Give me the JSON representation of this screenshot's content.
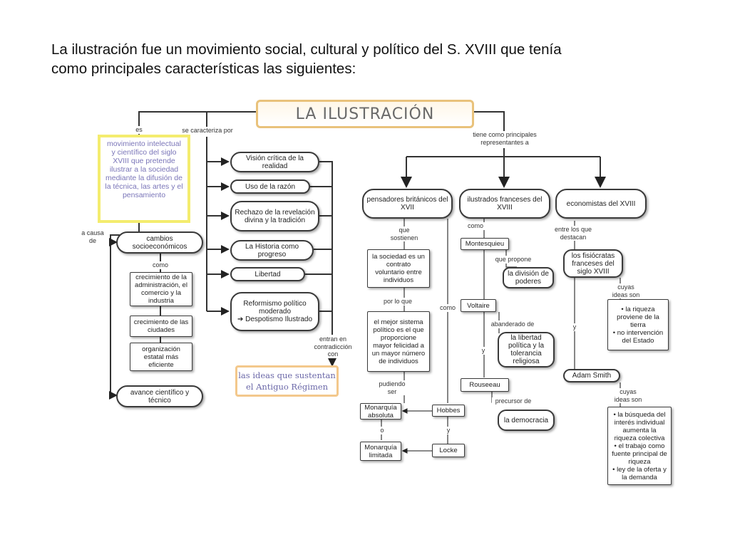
{
  "heading": {
    "line1": "La ilustración fue un movimiento social, cultural y político del S. XVIII que tenía",
    "line2": "como principales características las siguientes:"
  },
  "map": {
    "title": "LA ILUSTRACIÓN",
    "link_es": "es",
    "link_caracteriza": "se caracteriza por",
    "link_representantes": "tiene como principales representantes a",
    "definition": "movimiento intelectual y científico del siglo XVIII que pretende ilustrar a la sociedad mediante la difusión de la técnica, las artes y el pensamiento",
    "link_a_causa": "a causa de",
    "causes": "cambios socioeconómicos",
    "link_como": "como",
    "cause_items": [
      "crecimiento de la administración, el comercio y la industria",
      "crecimiento de las ciudades",
      "organización estatal más eficiente"
    ],
    "avance": "avance científico y técnico",
    "characteristics": [
      "Visión crítica de la realidad",
      "Uso de la razón",
      "Rechazo de la revelación divina y la tradición",
      "La Historia como progreso",
      "Libertad",
      "Reformismo político moderado",
      "➔ Despotismo Ilustrado"
    ],
    "link_contradiccion": "entran en contradicción con",
    "antiguo_regimen": "las ideas que sustentan el Antiguo Régimen",
    "groups": [
      "pensadores británicos del XVII",
      "ilustrados franceses del XVIII",
      "economistas del XVIII"
    ],
    "british": {
      "link_sostienen": "que sostienen",
      "contrato": "la sociedad es un contrato voluntario entre individuos",
      "link_por_lo_que": "por lo que",
      "sistema": "el mejor sistema político es el que proporcione mayor felicidad a un mayor número de individuos",
      "link_pudiendo": "pudiendo ser",
      "absoluta": "Monarquía absoluta",
      "link_o": "o",
      "limitada": "Monarquía limitada",
      "link_como": "como",
      "hobbes": "Hobbes",
      "link_y": "y",
      "locke": "Locke"
    },
    "french": {
      "link_como": "como",
      "montesquieu": "Montesquieu",
      "link_propone": "que propone",
      "division": "la división de poderes",
      "voltaire": "Voltaire",
      "link_abanderado": "abanderado de",
      "libertad": "la libertad política y la tolerancia religiosa",
      "link_y": "y",
      "rousseau": "Rouseeau",
      "link_precursor": "precursor de",
      "democracia": "la democracia"
    },
    "economists": {
      "link_entre": "entre los que destacan",
      "fisiocratas": "los fisiócratas franceses del siglo XVIII",
      "link_cuyas1": "cuyas ideas son",
      "ideas1": [
        "• la riqueza proviene de la tierra",
        "• no intervención del Estado"
      ],
      "link_y": "y",
      "smith": "Adam Smith",
      "link_cuyas2": "cuyas ideas son",
      "ideas2": [
        "• la búsqueda del interés individual aumenta la riqueza colectiva",
        "• el trabajo como fuente principal de riqueza",
        "• ley de la oferta y la demanda"
      ]
    }
  }
}
